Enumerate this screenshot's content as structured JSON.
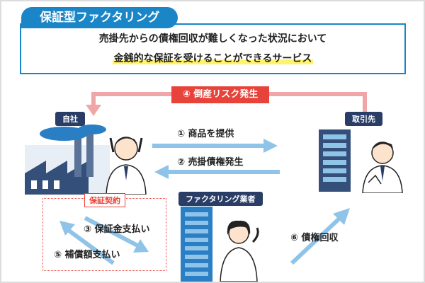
{
  "title": "保証型ファクタリング",
  "description": {
    "line1": "売掛先からの債権回収が難しくなった状況において",
    "line2": "金銭的な保証を受けることができるサービス"
  },
  "risk_label": "④ 倒産リスク発生",
  "parties": {
    "self": "自社",
    "client": "取引先",
    "factor": "ファクタリング業者"
  },
  "contract_label": "保証契約",
  "flows": {
    "goods": "① 商品を提供",
    "receivable": "② 売掛債権発生",
    "fee": "③ 保証金支払い",
    "compensation": "⑤ 補償額支払い",
    "claim": "⑥ 債権回収"
  },
  "colors": {
    "primary_blue": "#1a86c8",
    "light_blue": "#8fc3e8",
    "pink": "#f0a6a6",
    "red": "#e8433a",
    "navy": "#2a3d66"
  }
}
